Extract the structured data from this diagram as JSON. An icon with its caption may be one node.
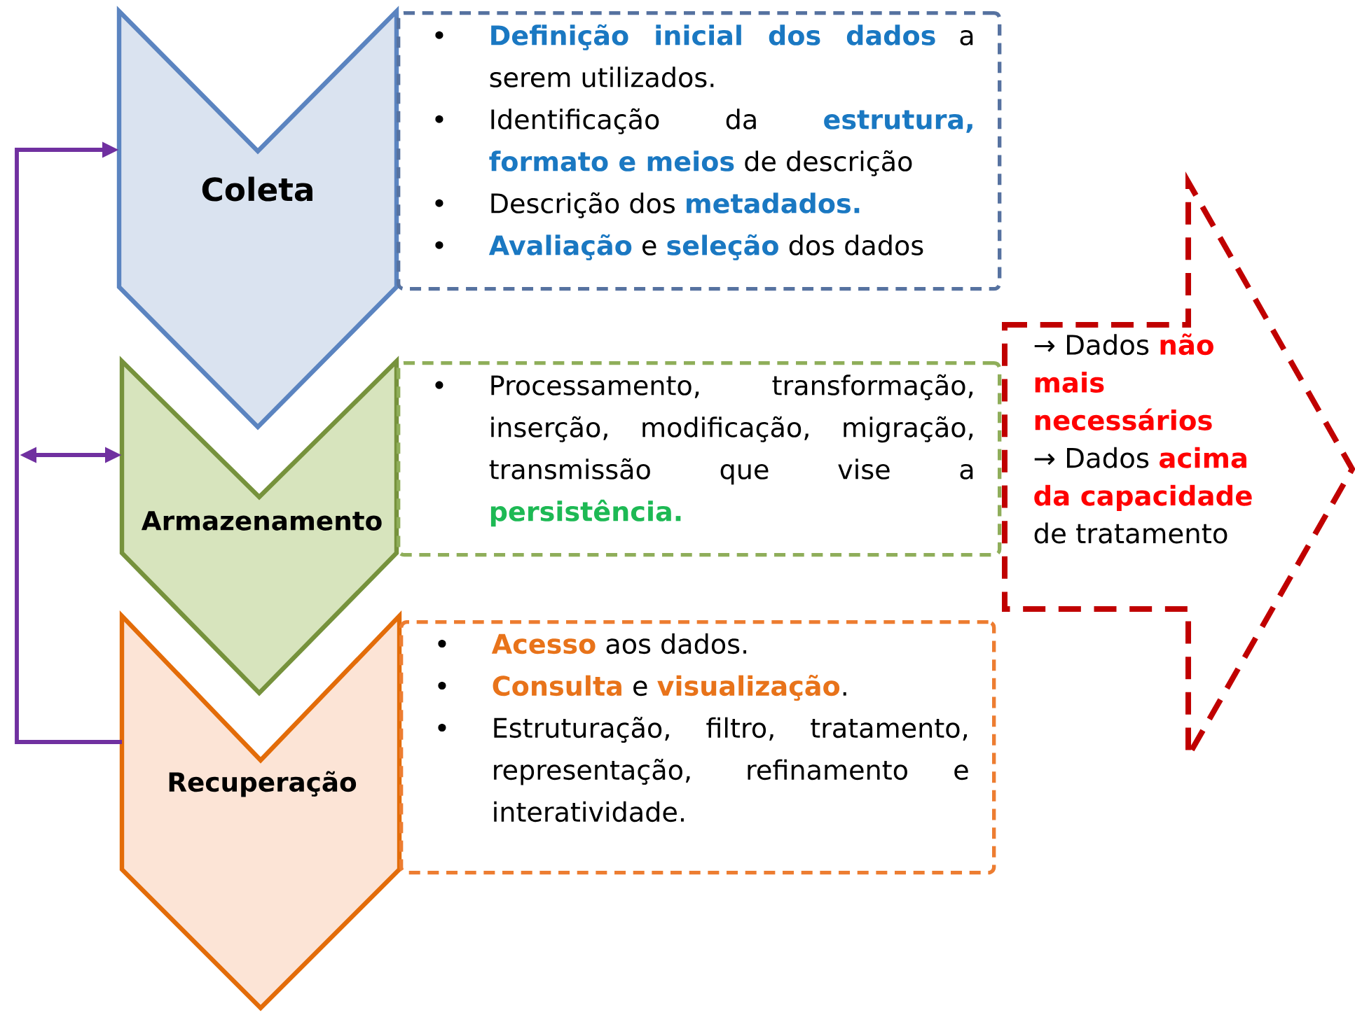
{
  "diagram": {
    "nodes": [
      {
        "text": [
          "Coleta"
        ]
      },
      {
        "text": [
          "**Definição inicial dos dados** a serem utilizados.",
          "Identificação da **estrutura, formato e meios** de descrição",
          "Descrição dos **metadados.**",
          "**Avaliação** e **seleção** dos dados"
        ]
      },
      {
        "text": [
          "Armazenamento"
        ]
      },
      {
        "text": [
          "Processamento, transformação, inserção, modificação, migração, transmissão que vise a **persistência.**"
        ]
      },
      {
        "text": [
          "Recuperação"
        ]
      },
      {
        "text": [
          "**Acesso** aos dados.",
          "**Consulta** e **visualização**.",
          "Estruturação, filtro, tratamento, representação, refinamento e interatividade."
        ]
      },
      {
        "text": [
          "→ Dados **não mais necessários**",
          "→ Dados **acima da capacidade** de tratamento"
        ]
      }
    ],
    "edges": [
      {
        "from": 4,
        "to": 0,
        "arrow": "to"
      },
      {
        "from": 2,
        "to": null,
        "arrow": "both"
      }
    ],
    "labels": [
      "•",
      "•",
      "•",
      "•",
      "•",
      "•",
      "•",
      "•"
    ]
  }
}
